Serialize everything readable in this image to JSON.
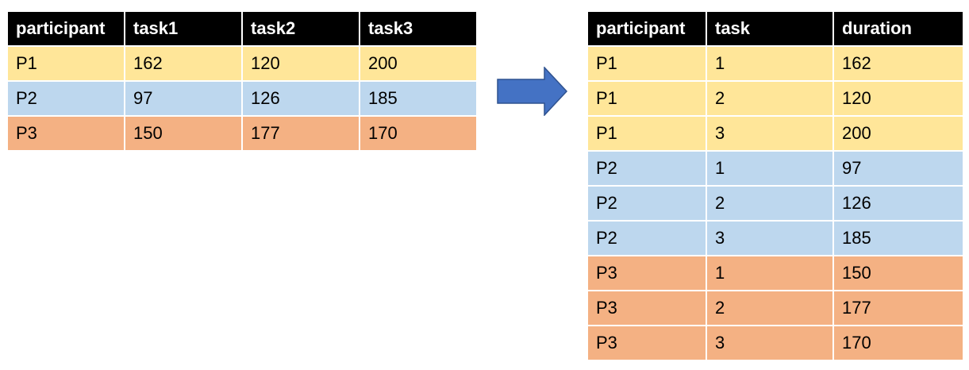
{
  "colors": {
    "header_bg": "#000000",
    "header_text": "#ffffff",
    "P1": "#FFE699",
    "P2": "#BDD7EE",
    "P3": "#F4B183",
    "arrow_fill": "#4472C4",
    "arrow_stroke": "#2F528F"
  },
  "wide_table": {
    "headers": [
      "participant",
      "task1",
      "task2",
      "task3"
    ],
    "rows": [
      [
        "P1",
        "162",
        "120",
        "200"
      ],
      [
        "P2",
        "97",
        "126",
        "185"
      ],
      [
        "P3",
        "150",
        "177",
        "170"
      ]
    ]
  },
  "arrow_icon": "right-arrow-icon",
  "long_table": {
    "headers": [
      "participant",
      "task",
      "duration"
    ],
    "rows": [
      [
        "P1",
        "1",
        "162"
      ],
      [
        "P1",
        "2",
        "120"
      ],
      [
        "P1",
        "3",
        "200"
      ],
      [
        "P2",
        "1",
        "97"
      ],
      [
        "P2",
        "2",
        "126"
      ],
      [
        "P2",
        "3",
        "185"
      ],
      [
        "P3",
        "1",
        "150"
      ],
      [
        "P3",
        "2",
        "177"
      ],
      [
        "P3",
        "3",
        "170"
      ]
    ]
  }
}
